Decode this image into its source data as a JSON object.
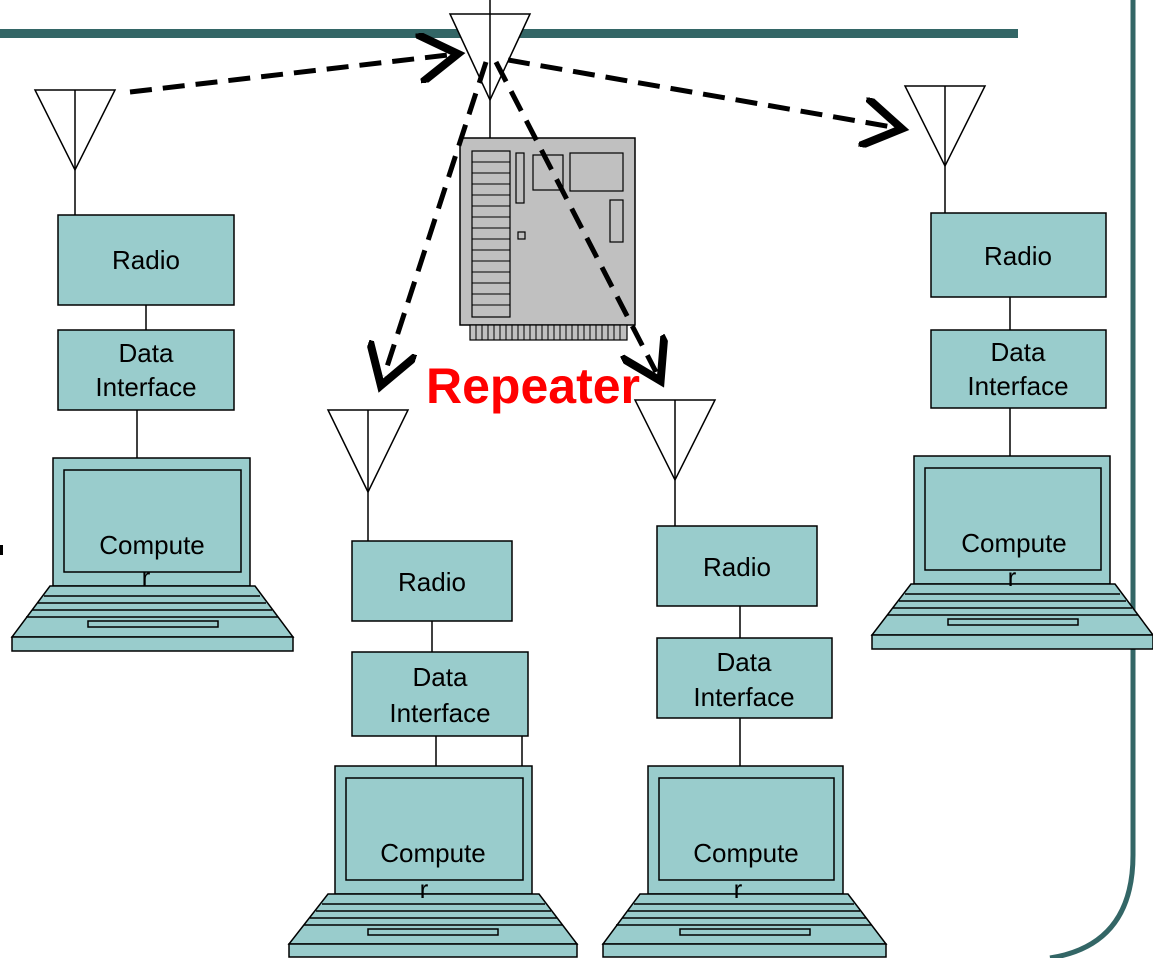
{
  "diagram": {
    "repeater_label": "Repeater",
    "repeater_color": "#ff0000",
    "box_fill": "#99cccc",
    "border_color": "#336666",
    "nodes": [
      {
        "radio": "Radio",
        "data1": "Data",
        "data2": "Interface",
        "comp1": "Compute",
        "comp2": "r"
      },
      {
        "radio": "Radio",
        "data1": "Data",
        "data2": "Interface",
        "comp1": "Compute",
        "comp2": "r"
      },
      {
        "radio": "Radio",
        "data1": "Data",
        "data2": "Interface",
        "comp1": "Compute",
        "comp2": "r"
      },
      {
        "radio": "Radio",
        "data1": "Data",
        "data2": "Interface",
        "comp1": "Compute",
        "comp2": "r"
      }
    ]
  }
}
